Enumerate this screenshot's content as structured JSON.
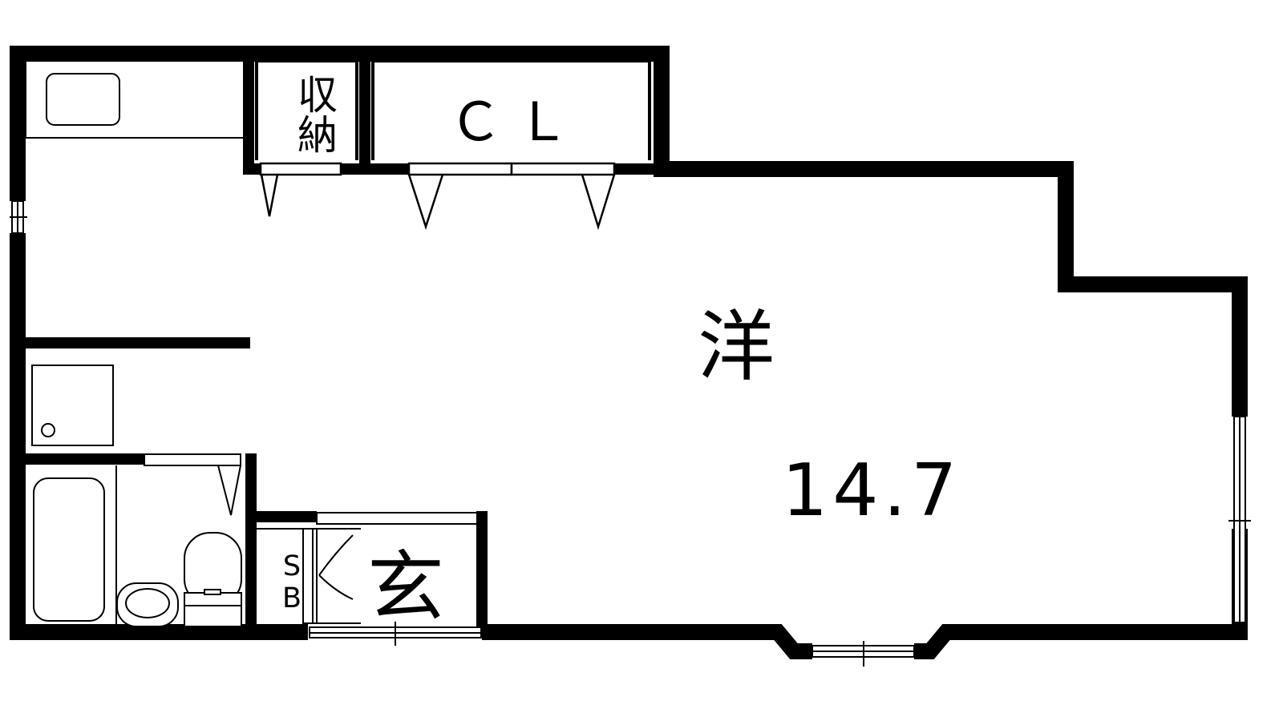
{
  "floor_plan": {
    "rooms": {
      "western_room": {
        "label": "洋",
        "area": "14.7"
      },
      "storage": {
        "label": "収納"
      },
      "closet": {
        "label": "ＣＬ"
      },
      "entrance": {
        "label": "玄"
      },
      "shoe_box": {
        "label": "SB"
      }
    },
    "colors": {
      "wall": "#000000",
      "background": "#ffffff",
      "fixture": "#000000"
    }
  }
}
